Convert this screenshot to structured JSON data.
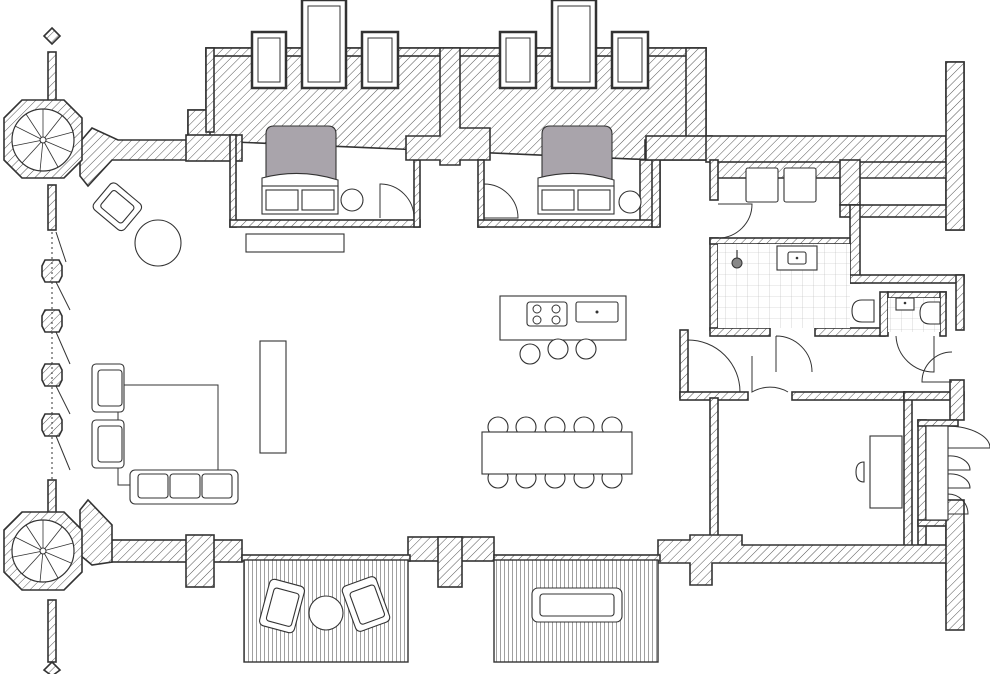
{
  "diagram": {
    "type": "architectural-floor-plan",
    "labels": [],
    "colors": {
      "wall_outline": "#333333",
      "wall_hatch": "#555555",
      "bed_fill": "#a9a4ab",
      "background": "#ffffff"
    },
    "spaces": [
      "living-area",
      "bedroom-left",
      "bedroom-right",
      "kitchen-island",
      "dining-table",
      "bathroom",
      "wc",
      "study",
      "closet",
      "balcony-left",
      "balcony-right",
      "spiral-stair-top",
      "spiral-stair-bottom"
    ]
  }
}
